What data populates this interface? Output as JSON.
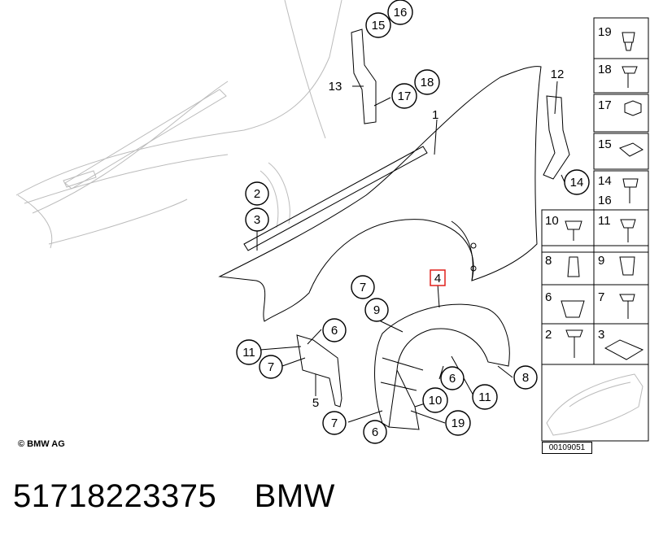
{
  "copyright": "© BMW AG",
  "reference_number": "00109051",
  "footer": {
    "part_number": "51718223375",
    "brand": "BMW"
  },
  "callouts": {
    "c1": "1",
    "c2": "2",
    "c3": "3",
    "c4": "4",
    "c5": "5",
    "c6a": "6",
    "c6b": "6",
    "c6c": "6",
    "c7a": "7",
    "c7b": "7",
    "c7c": "7",
    "c8": "8",
    "c9": "9",
    "c10": "10",
    "c11a": "11",
    "c11b": "11",
    "c12": "12",
    "c13": "13",
    "c14": "14",
    "c15": "15",
    "c16": "16",
    "c17": "17",
    "c18": "18",
    "c19": "19"
  },
  "legend": {
    "l19": "19",
    "l18": "18",
    "l17": "17",
    "l15": "15",
    "l14": "14",
    "l16": "16",
    "l10": "10",
    "l11": "11",
    "l8": "8",
    "l9": "9",
    "l6": "6",
    "l7": "7",
    "l2": "2",
    "l3": "3"
  }
}
